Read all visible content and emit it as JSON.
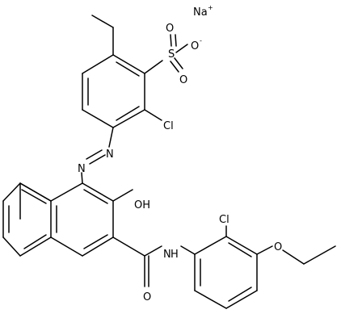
{
  "molecule": {
    "colors": {
      "bond": "#000000",
      "label": "#000000",
      "background": "#ffffff"
    },
    "labels": {
      "na": "Na",
      "na_charge": "+",
      "sulfur": "S",
      "oxygen_top": "O",
      "oxygen_minus": "O",
      "oxygen_minus_charge": "-",
      "oxygen_bottom": "O",
      "cl_upper": "Cl",
      "n_azo_1": "N",
      "n_azo_2": "N",
      "hydroxyl": "OH",
      "amide_n": "N",
      "amide_h": "H",
      "carbonyl_o": "O",
      "cl_lower": "Cl",
      "ether_o": "O"
    }
  }
}
